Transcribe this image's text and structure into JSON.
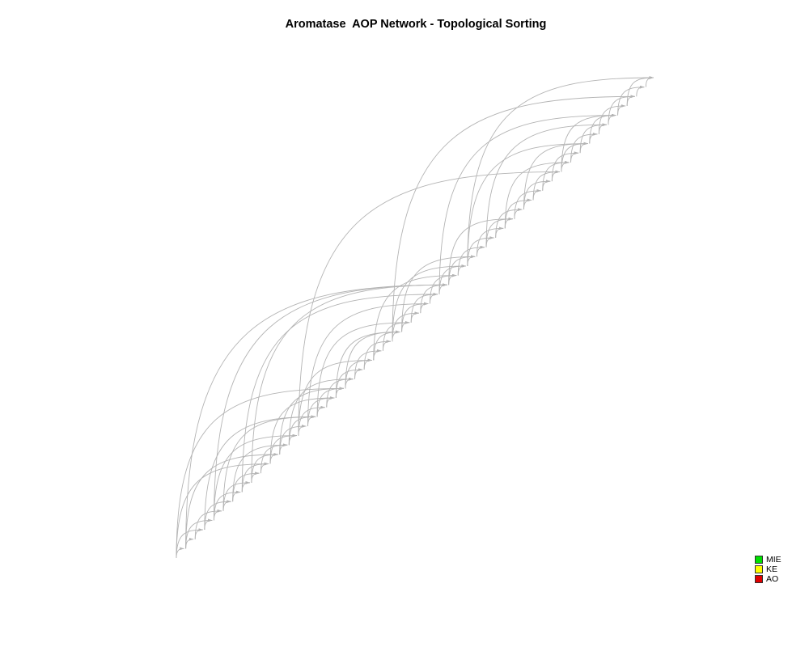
{
  "title": "Aromatase  AOP Network - Topological Sorting",
  "legend": [
    {
      "label": "MIE",
      "color": "#00e000"
    },
    {
      "label": "KE",
      "color": "#ffff00"
    },
    {
      "label": "AO",
      "color": "#e00000"
    }
  ],
  "edge_color": "#b4b4b4"
}
